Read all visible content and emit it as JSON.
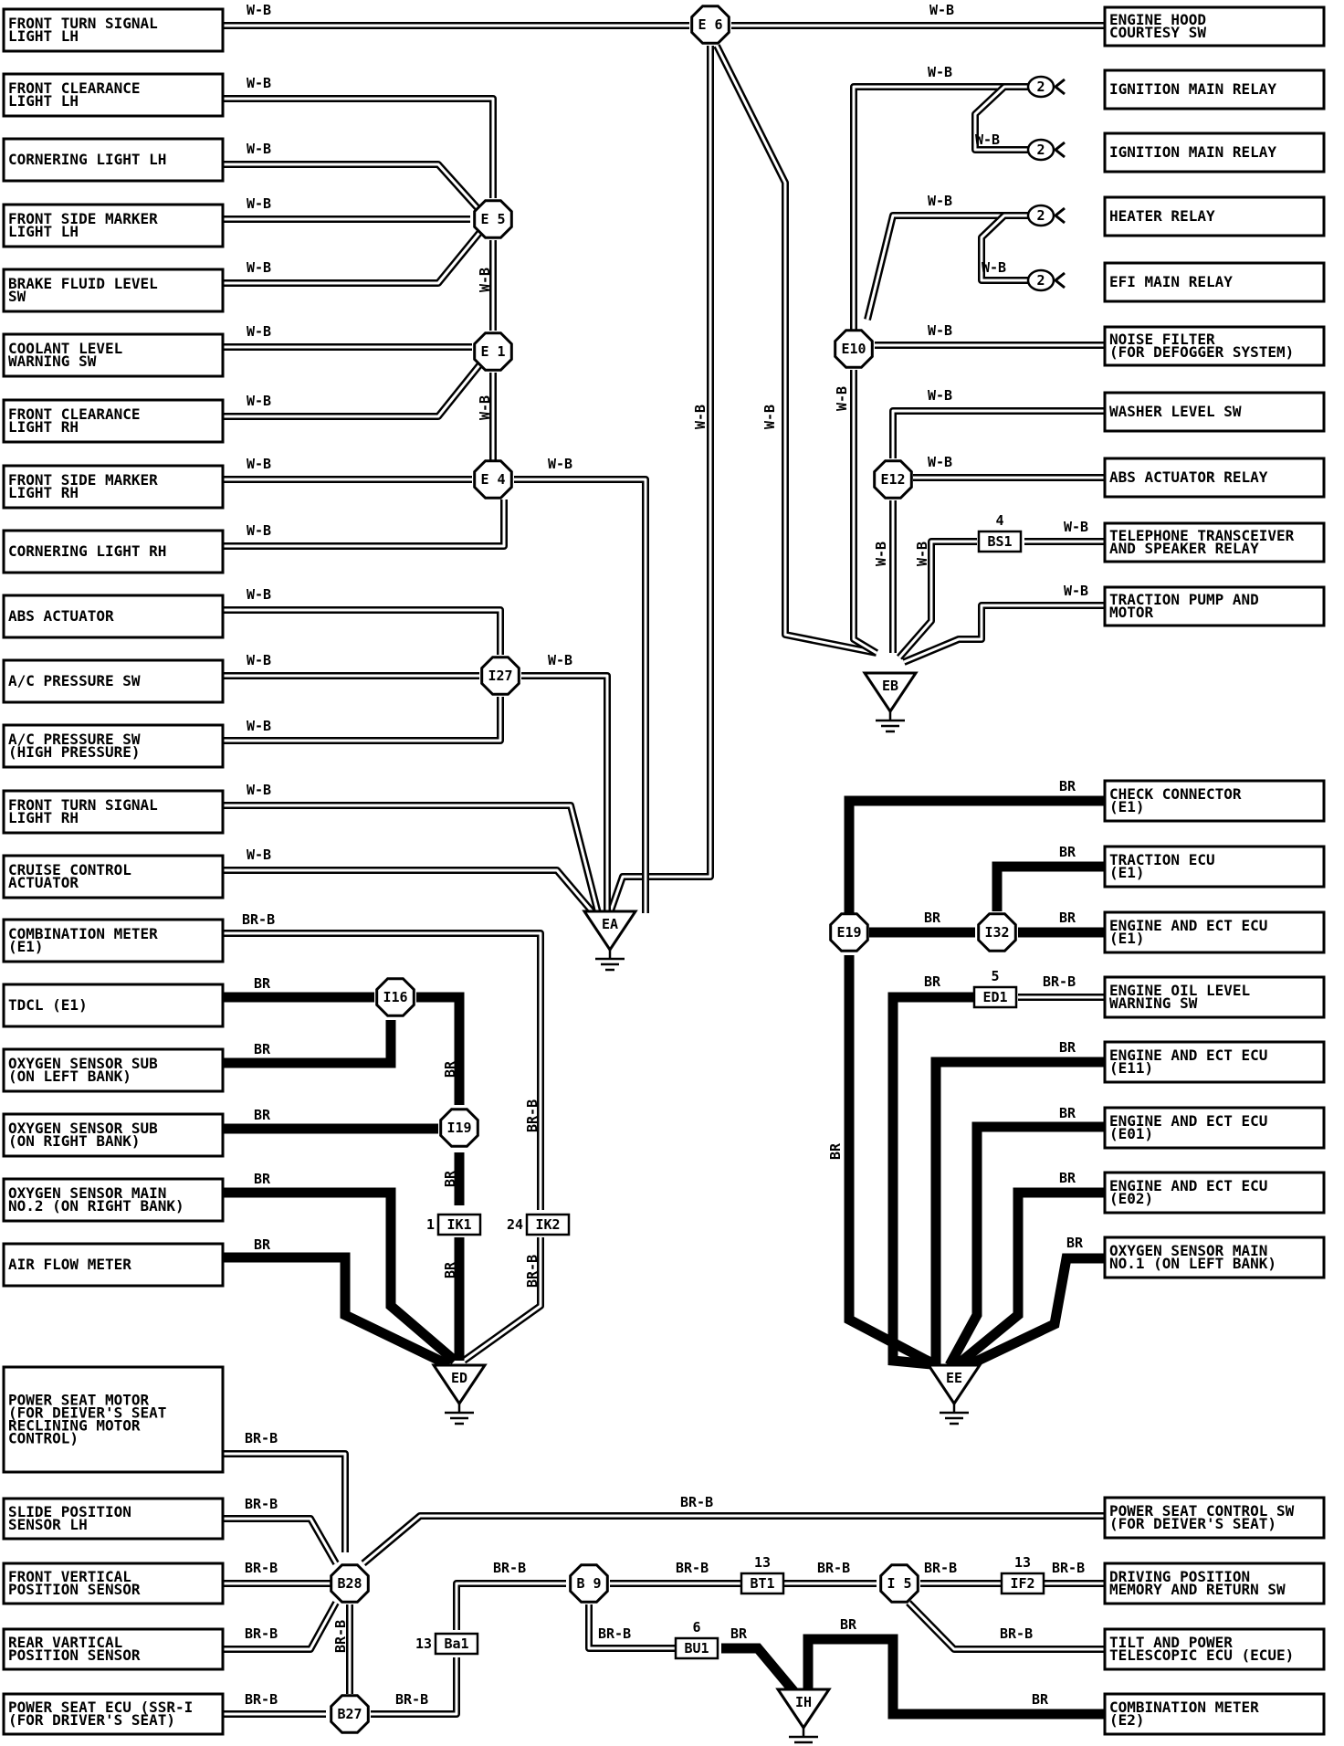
{
  "components": {
    "front_turn_lh": [
      "FRONT TURN SIGNAL",
      "LIGHT LH"
    ],
    "front_clear_lh": [
      "FRONT CLEARANCE",
      "LIGHT LH"
    ],
    "cornering_lh": [
      "CORNERING LIGHT LH"
    ],
    "side_marker_lh": [
      "FRONT SIDE MARKER",
      "LIGHT LH"
    ],
    "brake_fluid": [
      "BRAKE FLUID LEVEL",
      "SW"
    ],
    "coolant_level": [
      "COOLANT LEVEL",
      "WARNING SW"
    ],
    "front_clear_rh": [
      "FRONT CLEARANCE",
      "LIGHT RH"
    ],
    "side_marker_rh": [
      "FRONT SIDE MARKER",
      "LIGHT RH"
    ],
    "cornering_rh": [
      "CORNERING LIGHT RH"
    ],
    "abs_actuator": [
      "ABS ACTUATOR"
    ],
    "ac_pressure": [
      "A/C PRESSURE SW"
    ],
    "ac_pressure_high": [
      "A/C PRESSURE SW",
      "(HIGH PRESSURE)"
    ],
    "front_turn_rh": [
      "FRONT TURN SIGNAL",
      "LIGHT RH"
    ],
    "cruise_actuator": [
      "CRUISE CONTROL",
      "ACTUATOR"
    ],
    "combo_meter_e1": [
      "COMBINATION METER",
      "(E1)"
    ],
    "tdcl": [
      "TDCL (E1)"
    ],
    "o2_sub_left": [
      "OXYGEN SENSOR SUB",
      "(ON LEFT BANK)"
    ],
    "o2_sub_right": [
      "OXYGEN SENSOR SUB",
      "(ON RIGHT BANK)"
    ],
    "o2_main_no2": [
      "OXYGEN SENSOR MAIN",
      "NO.2 (ON RIGHT BANK)"
    ],
    "air_flow": [
      "AIR FLOW METER"
    ],
    "engine_hood": [
      "ENGINE HOOD",
      "COURTESY SW"
    ],
    "ign_relay_1": [
      "IGNITION MAIN RELAY"
    ],
    "ign_relay_2": [
      "IGNITION MAIN RELAY"
    ],
    "heater_relay": [
      "HEATER RELAY"
    ],
    "efi_relay": [
      "EFI MAIN RELAY"
    ],
    "noise_filter": [
      "NOISE FILTER",
      "(FOR DEFOGGER SYSTEM)"
    ],
    "washer_level": [
      "WASHER LEVEL SW"
    ],
    "abs_act_relay": [
      "ABS ACTUATOR RELAY"
    ],
    "telephone": [
      "TELEPHONE TRANSCEIVER",
      "AND SPEAKER RELAY"
    ],
    "traction_pump": [
      "TRACTION PUMP AND",
      "MOTOR"
    ],
    "check_conn": [
      "CHECK CONNECTOR",
      "(E1)"
    ],
    "traction_ecu": [
      "TRACTION ECU",
      "(E1)"
    ],
    "eng_ecu_e1": [
      "ENGINE AND ECT ECU",
      "(E1)"
    ],
    "oil_level": [
      "ENGINE OIL LEVEL",
      "WARNING SW"
    ],
    "eng_ecu_e11": [
      "ENGINE AND ECT ECU",
      "(E11)"
    ],
    "eng_ecu_e01": [
      "ENGINE AND ECT ECU",
      "(E01)"
    ],
    "eng_ecu_e02": [
      "ENGINE AND ECT ECU",
      "(E02)"
    ],
    "o2_main_no1": [
      "OXYGEN SENSOR MAIN",
      "NO.1 (ON LEFT BANK)"
    ],
    "power_seat_motor": [
      "POWER SEAT MOTOR",
      "(FOR DEIVER'S SEAT",
      " RECLINING MOTOR",
      " CONTROL)"
    ],
    "slide_position": [
      "SLIDE POSITION",
      "SENSOR LH"
    ],
    "front_vertical": [
      "FRONT VERTICAL",
      "POSITION SENSOR"
    ],
    "rear_vertical": [
      "REAR VARTICAL",
      "POSITION SENSOR"
    ],
    "power_seat_ecu": [
      "POWER SEAT ECU (SSR-I",
      "(FOR DRIVER'S SEAT)"
    ],
    "power_seat_ctrl": [
      "POWER SEAT CONTROL SW",
      "(FOR DEIVER'S SEAT)"
    ],
    "driving_position": [
      "DRIVING POSITION",
      "MEMORY AND RETURN SW"
    ],
    "tilt_telescopic": [
      "TILT AND POWER",
      "TELESCOPIC ECU (ECUE)"
    ],
    "combo_meter_e2": [
      "COMBINATION METER",
      "(E2)"
    ]
  },
  "junctions": {
    "e6": "E 6",
    "e5": "E 5",
    "e1": "E 1",
    "e4": "E 4",
    "i27": "I27",
    "e10": "E10",
    "e12": "E12",
    "e19": "E19",
    "i32": "I32",
    "i16": "I16",
    "i19": "I19",
    "b28": "B28",
    "b27": "B27",
    "b9": "B 9",
    "i5": "I 5"
  },
  "grounds": {
    "ea": "EA",
    "eb": "EB",
    "ed": "ED",
    "ee": "EE",
    "ih": "IH"
  },
  "connectors": {
    "bs1": "BS1",
    "bs1_pin": "4",
    "ed1": "ED1",
    "ed1_pin": "5",
    "ik1": "IK1",
    "ik1_pin": "1",
    "ik2": "IK2",
    "ik2_pin": "24",
    "ba1": "Ba1",
    "ba1_pin": "13",
    "bt1": "BT1",
    "bt1_pin": "13",
    "if2": "IF2",
    "if2_pin": "13",
    "bu1": "BU1",
    "bu1_pin": "6",
    "relay_pin": "2"
  },
  "wire_colors": {
    "wb": "W-B",
    "br": "BR",
    "brb": "BR-B"
  },
  "colors": {
    "line": "#000000",
    "background": "#ffffff"
  }
}
